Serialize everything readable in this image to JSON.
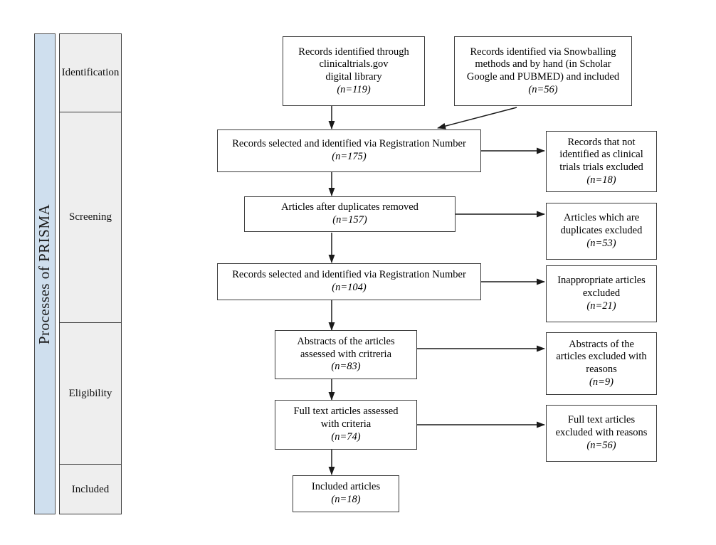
{
  "banner": {
    "text": "Processes of  PRISMA",
    "color": "#cfdfee"
  },
  "stages": [
    {
      "label": "Identification"
    },
    {
      "label": "Screening"
    },
    {
      "label": "Eligibility"
    },
    {
      "label": "Included"
    }
  ],
  "nodes": {
    "source_clinicaltrials": {
      "line1": "Records identified  through",
      "line2": "clinicaltrials.gov",
      "line3": "digital library",
      "count": "(n=119)"
    },
    "source_snowballing": {
      "line1": "Records identified via Snowballing",
      "line2": "methods and by hand (in Scholar",
      "line3": "Google and PUBMED)  and included",
      "count": "(n=56)"
    },
    "registration_175": {
      "line1": "Records selected and identified via Registration Number",
      "count": "(n=175)"
    },
    "duplicates_removed_157": {
      "line1": "Articles after duplicates removed",
      "count": "(n=157)"
    },
    "registration_104": {
      "line1": "Records selected and identified via Registration Number",
      "count": "(n=104)"
    },
    "abstracts_83": {
      "line1": "Abstracts of the articles",
      "line2": "assessed with critreria",
      "count": "(n=83)"
    },
    "fulltext_74": {
      "line1": "Full text articles assessed",
      "line2": "with criteria",
      "count": "(n=74)"
    },
    "included_18": {
      "line1": "Included articles",
      "count": "(n=18)"
    },
    "excl_not_clinical_18": {
      "line1": "Records that  not",
      "line2": "identified as clinical",
      "line3": "trials trials excluded",
      "count": "(n=18)"
    },
    "excl_duplicates_53": {
      "line1": "Articles  which are",
      "line2": "duplicates excluded",
      "count": "(n=53)"
    },
    "excl_inappropriate_21": {
      "line1": "Inappropriate articles",
      "line2": "excluded",
      "count": "(n=21)"
    },
    "excl_abstracts_9": {
      "line1": "Abstracts of the",
      "line2": "articles excluded with",
      "line3": "reasons",
      "count": "(n=9)"
    },
    "excl_fulltext_56": {
      "line1": "Full text articles",
      "line2": "excluded with reasons",
      "count": "(n=56)"
    }
  }
}
